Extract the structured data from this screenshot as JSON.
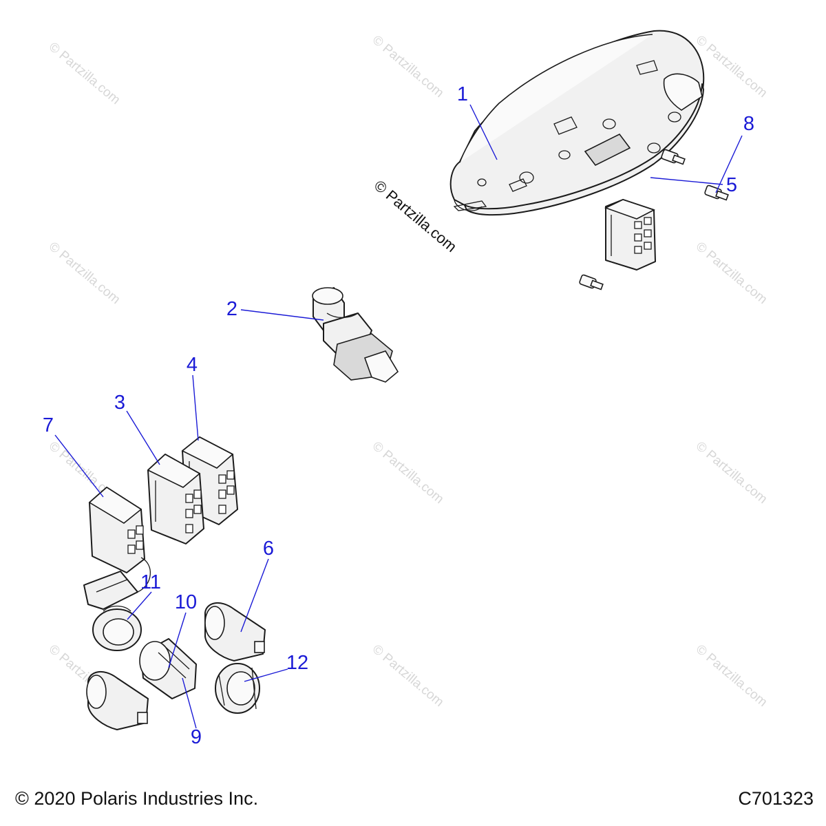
{
  "watermark": "© Partzilla.com",
  "center_watermark": "© Partzilla.com",
  "footer": {
    "copyright": "© 2020 Polaris Industries Inc.",
    "diagram_code": "C701323"
  },
  "callouts": [
    {
      "id": "1",
      "label": "1"
    },
    {
      "id": "2",
      "label": "2"
    },
    {
      "id": "3",
      "label": "3"
    },
    {
      "id": "4",
      "label": "4"
    },
    {
      "id": "5",
      "label": "5"
    },
    {
      "id": "6",
      "label": "6"
    },
    {
      "id": "7",
      "label": "7"
    },
    {
      "id": "8",
      "label": "8"
    },
    {
      "id": "9",
      "label": "9"
    },
    {
      "id": "10",
      "label": "10"
    },
    {
      "id": "11",
      "label": "11"
    },
    {
      "id": "12",
      "label": "12"
    }
  ],
  "colors": {
    "callout": "#1a1ad6",
    "line_art": "#1b1b1b",
    "watermark": "#d7d7d7"
  }
}
